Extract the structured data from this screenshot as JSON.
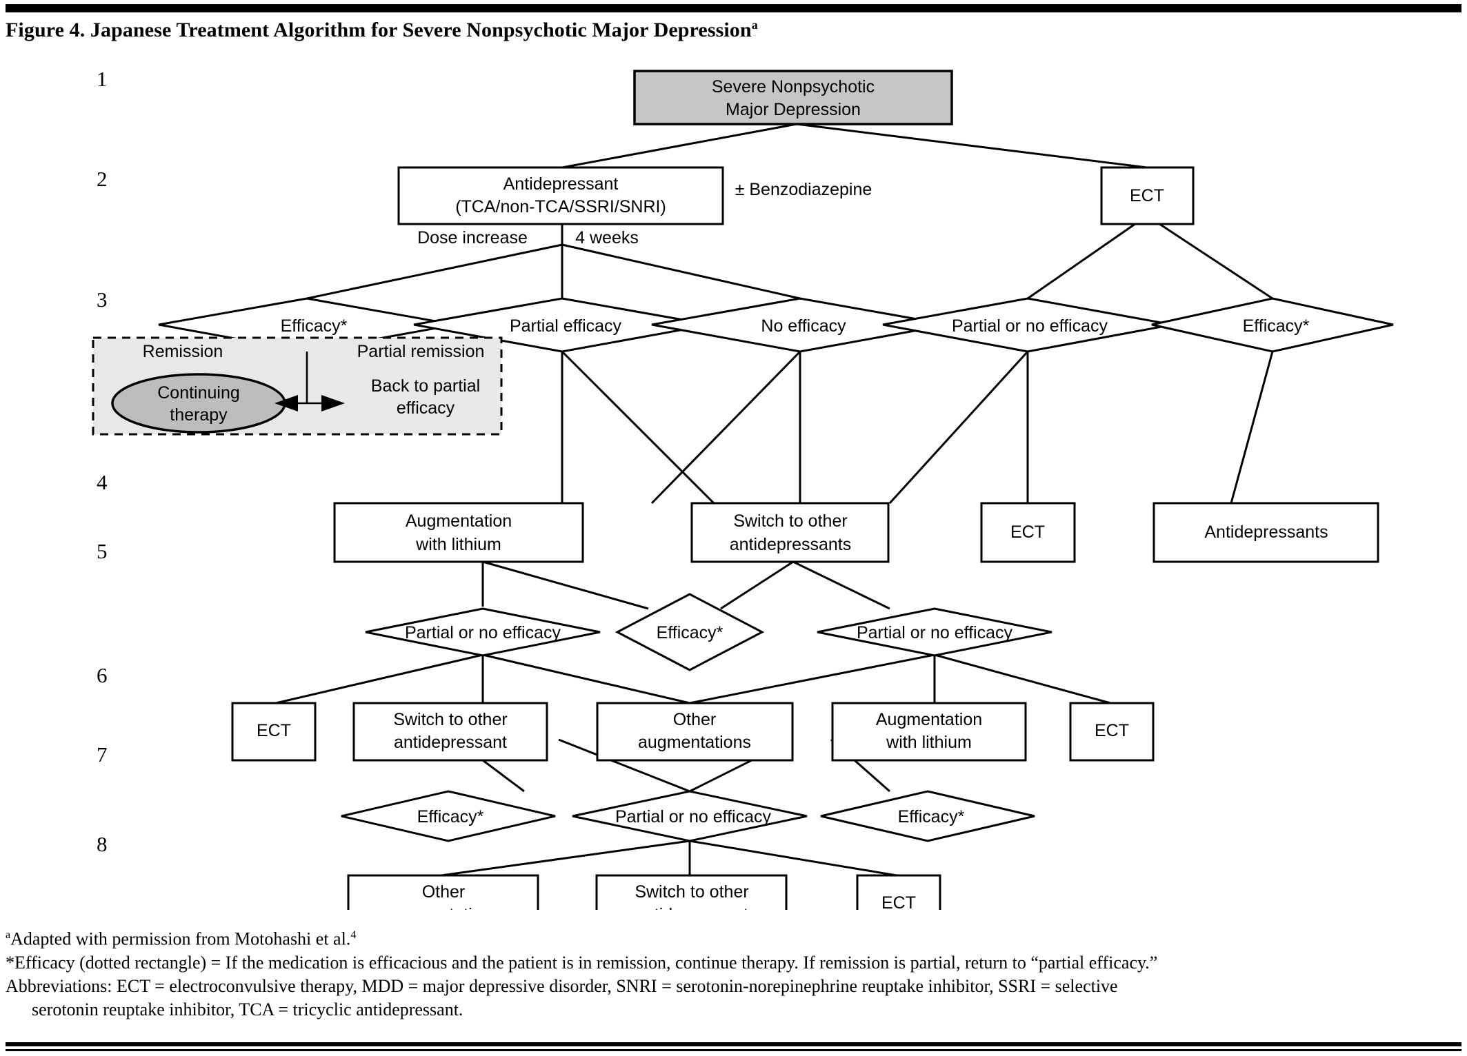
{
  "figure": {
    "title": "Figure 4. Japanese Treatment Algorithm for Severe Nonpsychotic Major Depression",
    "title_sup": "a"
  },
  "row_numbers": [
    "1",
    "2",
    "3",
    "4",
    "5",
    "6",
    "7",
    "8"
  ],
  "nodes": {
    "n1": "Severe Nonpsychotic\nMajor Depression",
    "n1_l1": "Severe Nonpsychotic",
    "n1_l2": "Major Depression",
    "n2_antidep_l1": "Antidepressant",
    "n2_antidep_l2": "(TCA/non-TCA/SSRI/SNRI)",
    "n2_benzo": "± Benzodiazepine",
    "n2_ect": "ECT",
    "lbl_dose_increase": "Dose increase",
    "lbl_4weeks": "4 weeks",
    "d3_efficacy": "Efficacy*",
    "d3_partial_efficacy": "Partial efficacy",
    "d3_no_efficacy": "No efficacy",
    "d3_partial_or_no": "Partial or no efficacy",
    "d3_efficacy_right": "Efficacy*",
    "remission_label": "Remission",
    "continuing_l1": "Continuing",
    "continuing_l2": "therapy",
    "partial_remission_label": "Partial remission",
    "back_to_l1": "Back to partial",
    "back_to_l2": "efficacy",
    "n4_aug_l1": "Augmentation",
    "n4_aug_l2": "with lithium",
    "n4_switch_l1": "Switch to other",
    "n4_switch_l2": "antidepressants",
    "n4_ect": "ECT",
    "n4_antideps": "Antidepressants",
    "d5_partial_or_no_left": "Partial or no efficacy",
    "d5_efficacy": "Efficacy*",
    "d5_partial_or_no_right": "Partial or no efficacy",
    "n6_ect_left": "ECT",
    "n6_switch_l1": "Switch to other",
    "n6_switch_l2": "antidepressant",
    "n6_other_l1": "Other",
    "n6_other_l2": "augmentations",
    "n6_aug_l1": "Augmentation",
    "n6_aug_l2": "with lithium",
    "n6_ect_right": "ECT",
    "d7_efficacy_left": "Efficacy*",
    "d7_partial_or_no": "Partial or no efficacy",
    "d7_efficacy_right": "Efficacy*",
    "n8_other_l1": "Other",
    "n8_other_l2": "augmentations",
    "n8_switch_l1": "Switch to other",
    "n8_switch_l2": "antidepressant",
    "n8_ect": "ECT"
  },
  "notes": {
    "note_a_sup": "a",
    "note_a": "Adapted with permission from Motohashi et al.",
    "note_a_ref": "4",
    "note_star": "*Efficacy (dotted rectangle) = If the medication is efficacious and the patient is in remission, continue therapy. If remission is partial, return to “partial efficacy.”",
    "abbrev_line1": "Abbreviations: ECT = electroconvulsive therapy, MDD = major depressive disorder, SNRI = serotonin-norepinephrine reuptake inhibitor, SSRI = selective",
    "abbrev_line2": "serotonin reuptake inhibitor, TCA = tricyclic antidepressant."
  },
  "colors": {
    "node_fill": "#ffffff",
    "header_fill": "#c6c6c6",
    "dashbox_fill": "#e8e8e8",
    "oval_fill": "#bdbdbd",
    "stroke": "#000000"
  },
  "chart_data": {
    "type": "diagram",
    "title": "Japanese Treatment Algorithm for Severe Nonpsychotic Major Depression",
    "levels": 8,
    "nodes": [
      {
        "id": "start",
        "row": 1,
        "shape": "rect",
        "fill": "#c6c6c6",
        "text": "Severe Nonpsychotic Major Depression"
      },
      {
        "id": "antidep",
        "row": 2,
        "shape": "rect",
        "text": "Antidepressant (TCA/non-TCA/SSRI/SNRI)"
      },
      {
        "id": "benzo",
        "row": 2,
        "shape": "text",
        "text": "± Benzodiazepine"
      },
      {
        "id": "ect2",
        "row": 2,
        "shape": "rect",
        "text": "ECT"
      },
      {
        "id": "eff3",
        "row": 3,
        "shape": "diamond",
        "text": "Efficacy*"
      },
      {
        "id": "pareff3",
        "row": 3,
        "shape": "diamond",
        "text": "Partial efficacy"
      },
      {
        "id": "noeff3",
        "row": 3,
        "shape": "diamond",
        "text": "No efficacy"
      },
      {
        "id": "parnoeff3",
        "row": 3,
        "shape": "diamond",
        "text": "Partial or no efficacy"
      },
      {
        "id": "eff3r",
        "row": 3,
        "shape": "diamond",
        "text": "Efficacy*"
      },
      {
        "id": "remissionbox",
        "row": 3,
        "shape": "dashed-rect",
        "text": "Remission / Continuing therapy / Partial remission / Back to partial efficacy"
      },
      {
        "id": "aug4",
        "row": 4,
        "shape": "rect",
        "text": "Augmentation with lithium"
      },
      {
        "id": "switch4",
        "row": 4,
        "shape": "rect",
        "text": "Switch to other antidepressants"
      },
      {
        "id": "ect4",
        "row": 4,
        "shape": "rect",
        "text": "ECT"
      },
      {
        "id": "antideps4",
        "row": 4,
        "shape": "rect",
        "text": "Antidepressants"
      },
      {
        "id": "parnoeff5l",
        "row": 5,
        "shape": "diamond",
        "text": "Partial or no efficacy"
      },
      {
        "id": "eff5",
        "row": 5,
        "shape": "diamond",
        "text": "Efficacy*"
      },
      {
        "id": "parnoeff5r",
        "row": 5,
        "shape": "diamond",
        "text": "Partial or no efficacy"
      },
      {
        "id": "ect6l",
        "row": 6,
        "shape": "rect",
        "text": "ECT"
      },
      {
        "id": "switch6",
        "row": 6,
        "shape": "rect",
        "text": "Switch to other antidepressant"
      },
      {
        "id": "other6",
        "row": 6,
        "shape": "rect",
        "text": "Other augmentations"
      },
      {
        "id": "aug6",
        "row": 6,
        "shape": "rect",
        "text": "Augmentation with lithium"
      },
      {
        "id": "ect6r",
        "row": 6,
        "shape": "rect",
        "text": "ECT"
      },
      {
        "id": "eff7l",
        "row": 7,
        "shape": "diamond",
        "text": "Efficacy*"
      },
      {
        "id": "parnoeff7",
        "row": 7,
        "shape": "diamond",
        "text": "Partial or no efficacy"
      },
      {
        "id": "eff7r",
        "row": 7,
        "shape": "diamond",
        "text": "Efficacy*"
      },
      {
        "id": "other8",
        "row": 8,
        "shape": "rect",
        "text": "Other augmentations"
      },
      {
        "id": "switch8",
        "row": 8,
        "shape": "rect",
        "text": "Switch to other antidepressant"
      },
      {
        "id": "ect8",
        "row": 8,
        "shape": "rect",
        "text": "ECT"
      }
    ],
    "edge_labels": [
      "Dose increase",
      "4 weeks"
    ]
  }
}
